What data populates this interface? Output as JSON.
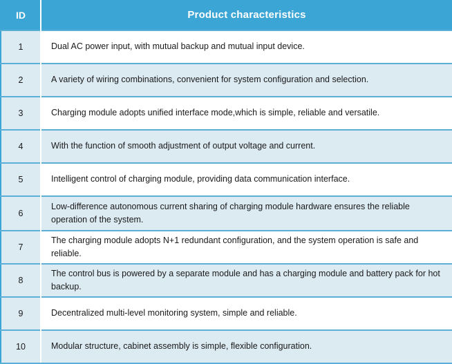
{
  "table": {
    "columns": [
      {
        "key": "id",
        "label": "ID"
      },
      {
        "key": "desc",
        "label": "Product characteristics"
      }
    ],
    "colors": {
      "header_background": "#3BA5D6",
      "header_text": "#FFFFFF",
      "row_alt_background": "#DCEAF2",
      "row_background": "#FFFFFF",
      "border": "#5BAFD7",
      "body_text": "#1A1A1A"
    },
    "rows": [
      {
        "id": "1",
        "desc": "Dual AC power input, with mutual backup and mutual input device."
      },
      {
        "id": "2",
        "desc": "A variety of wiring combinations, convenient for system configuration and selection."
      },
      {
        "id": "3",
        "desc": "Charging module adopts unified interface mode,which is simple, reliable and versatile."
      },
      {
        "id": "4",
        "desc": "With the function of smooth adjustment of output voltage and current."
      },
      {
        "id": "5",
        "desc": "Intelligent control of charging module, providing data communication interface."
      },
      {
        "id": "6",
        "desc": "Low-difference autonomous current sharing of charging module hardware ensures the reliable operation of the system."
      },
      {
        "id": "7",
        "desc": "The charging module adopts N+1 redundant configuration, and the system operation is safe and reliable."
      },
      {
        "id": "8",
        "desc": "The control bus is powered by a separate module and has a charging module and battery pack for hot backup."
      },
      {
        "id": "9",
        "desc": "Decentralized multi-level monitoring system, simple and reliable."
      },
      {
        "id": "10",
        "desc": "Modular structure, cabinet assembly is simple, flexible configuration."
      }
    ]
  }
}
